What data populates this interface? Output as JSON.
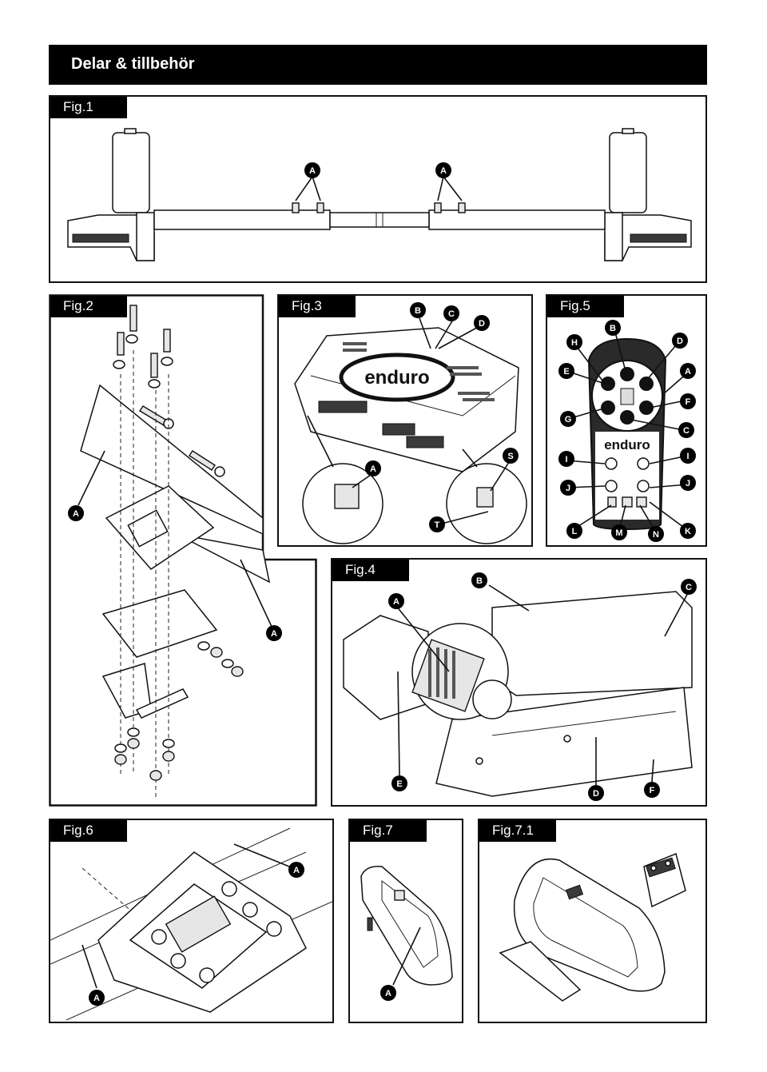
{
  "header": {
    "title": "Delar & tillbehör"
  },
  "figures": {
    "fig1": {
      "label": "Fig.1",
      "callouts": [
        "A",
        "A"
      ]
    },
    "fig2": {
      "label": "Fig.2",
      "callouts": [
        "A",
        "A"
      ]
    },
    "fig3": {
      "label": "Fig.3",
      "callouts": [
        "B",
        "C",
        "D",
        "A",
        "S",
        "T"
      ],
      "brand": "enduro"
    },
    "fig4": {
      "label": "Fig.4",
      "callouts": [
        "A",
        "B",
        "C",
        "E",
        "D",
        "F"
      ]
    },
    "fig5": {
      "label": "Fig.5",
      "callouts": [
        "H",
        "B",
        "D",
        "E",
        "A",
        "F",
        "G",
        "C",
        "I",
        "I",
        "J",
        "J",
        "L",
        "M",
        "N",
        "K"
      ],
      "brand": "enduro"
    },
    "fig6": {
      "label": "Fig.6",
      "callouts": [
        "A",
        "A"
      ]
    },
    "fig7": {
      "label": "Fig.7",
      "callouts": [
        "A"
      ]
    },
    "fig71": {
      "label": "Fig.7.1"
    }
  }
}
